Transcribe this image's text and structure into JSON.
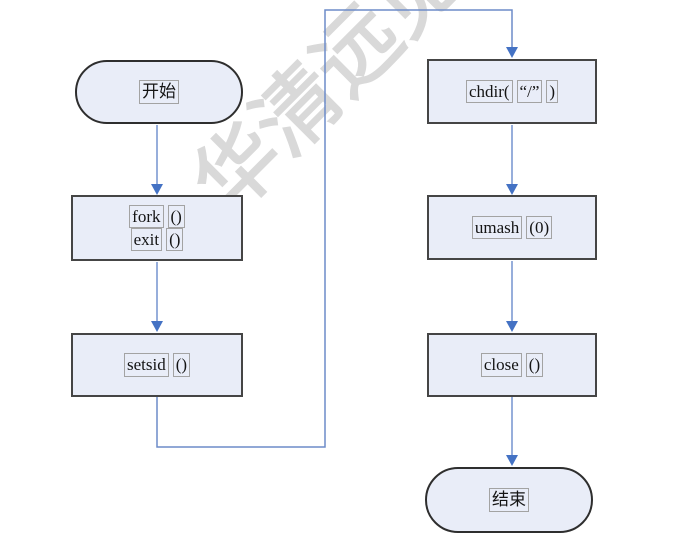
{
  "diagram": {
    "type": "flowchart",
    "background": "#ffffff",
    "watermark": {
      "text": "华清远见",
      "color": "#d9d9d9"
    },
    "colors": {
      "node_fill": "#e9edf8",
      "node_border": "#454545",
      "arrow_line": "#7d9ad2",
      "arrow_head": "#4472c4",
      "connector": "#6d8cc9"
    },
    "nodes": [
      {
        "id": "start",
        "type": "terminator",
        "label": "开始",
        "tokens": [
          [
            "开始"
          ]
        ]
      },
      {
        "id": "fork",
        "type": "process",
        "label": "fork() exit()",
        "tokens": [
          [
            "fork",
            "()"
          ],
          [
            "exit",
            "()"
          ]
        ]
      },
      {
        "id": "setsid",
        "type": "process",
        "label": "setsid()",
        "tokens": [
          [
            "setsid",
            "()"
          ]
        ]
      },
      {
        "id": "chdir",
        "type": "process",
        "label": "chdir( “/” )",
        "tokens": [
          [
            "chdir(",
            "“/”",
            ")"
          ]
        ]
      },
      {
        "id": "umash",
        "type": "process",
        "label": "umash(0)",
        "tokens": [
          [
            "umash",
            "(0)"
          ]
        ]
      },
      {
        "id": "close",
        "type": "process",
        "label": "close()",
        "tokens": [
          [
            "close",
            "()"
          ]
        ]
      },
      {
        "id": "end",
        "type": "terminator",
        "label": "结束",
        "tokens": [
          [
            "结束"
          ]
        ]
      }
    ],
    "edges": [
      {
        "from": "start",
        "to": "fork"
      },
      {
        "from": "fork",
        "to": "setsid"
      },
      {
        "from": "setsid",
        "to": "chdir"
      },
      {
        "from": "chdir",
        "to": "umash"
      },
      {
        "from": "umash",
        "to": "close"
      },
      {
        "from": "close",
        "to": "end"
      }
    ]
  }
}
